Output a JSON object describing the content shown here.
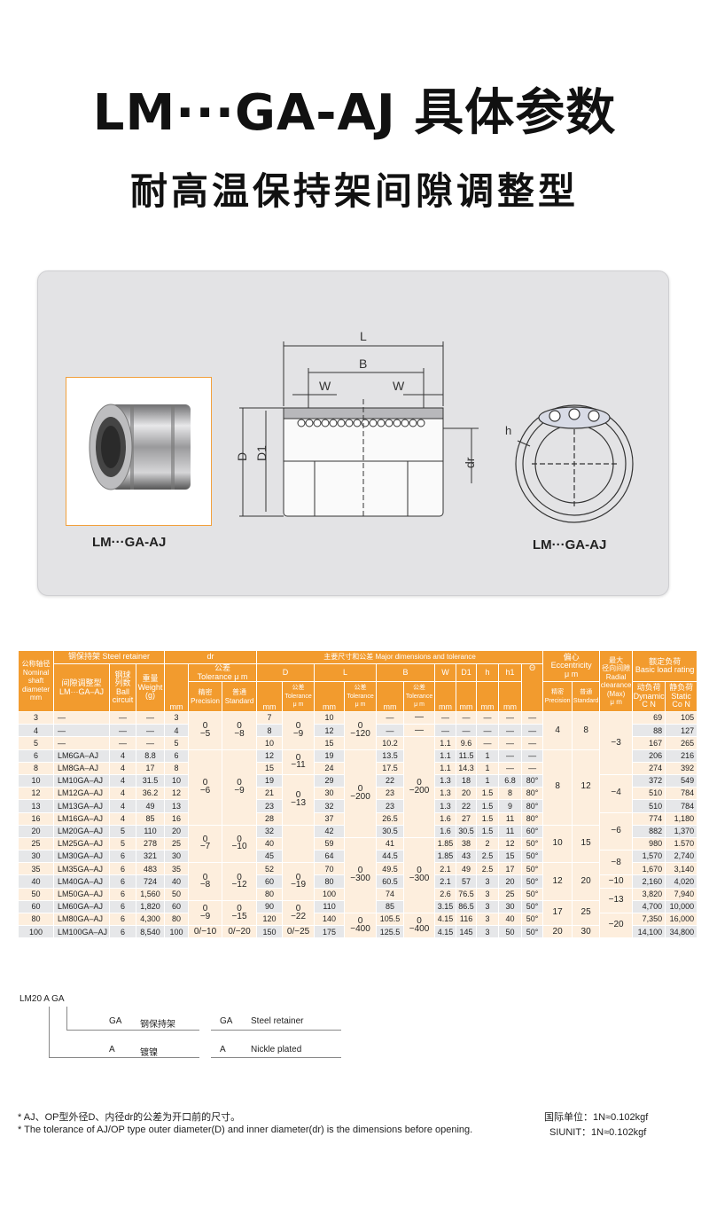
{
  "title": "LM···GA-AJ 具体参数",
  "subtitle": "耐高温保持架间隙调整型",
  "figure": {
    "photo_label": "LM···GA-AJ",
    "drawing_label": "LM···GA-AJ",
    "dims": {
      "L": "L",
      "B": "B",
      "W1": "W",
      "W2": "W",
      "D": "D",
      "D1": "D1",
      "dr": "dr",
      "h": "h"
    }
  },
  "colors": {
    "header": "#f29b2e",
    "row_light": "#fdeedd",
    "row_gray": "#e6e7e9",
    "photo_border": "#f2a03c"
  },
  "table": {
    "header": {
      "nominal": "公称轴径\nNominal\nshaft\ndiameter\nmm",
      "retainer": "钢保持架  Steel retainer",
      "dr": "dr",
      "major": "主要尺寸和公差  Major dimensions and tolerance",
      "eccentricity": "偏心\nEccentricity\nμ m",
      "radial": "最大\n径向间隙\nRadial\nclearance\n(Max)\nμ m",
      "load": "额定负荷\nBasic load rating",
      "model": "间隙调整型\nLM···GA–AJ",
      "ball": "钢球\n列数\nBall\ncircuit",
      "weight": "重量\nWeight\n(g)",
      "mm": "mm",
      "tolerance": "公差\nTolerance μ m",
      "tol_small": "公差\nTolerance\nμ m",
      "D": "D",
      "L": "L",
      "B": "B",
      "W": "W",
      "D1": "D1",
      "h": "h",
      "h1": "h1",
      "theta": "Θ",
      "precision": "精密\nPrecision",
      "standard": "普通\nStandard",
      "dynamic": "动负荷\nDynamic\nC N",
      "static": "静负荷\nStatic\nCo N"
    },
    "rows": [
      {
        "nominal": "3",
        "model": "—",
        "ball": "—",
        "weight": "—",
        "dr": "3",
        "D": "7",
        "L": "10",
        "B": "—",
        "W": "—",
        "D1": "—",
        "h": "—",
        "h1": "—",
        "theta": "—",
        "dyn": "69",
        "sta": "105"
      },
      {
        "nominal": "4",
        "model": "—",
        "ball": "—",
        "weight": "—",
        "dr": "4",
        "D": "8",
        "L": "12",
        "B": "—",
        "W": "—",
        "D1": "—",
        "h": "—",
        "h1": "—",
        "theta": "—",
        "dyn": "88",
        "sta": "127"
      },
      {
        "nominal": "5",
        "model": "—",
        "ball": "—",
        "weight": "—",
        "dr": "5",
        "D": "10",
        "L": "15",
        "B": "10.2",
        "W": "1.1",
        "D1": "9.6",
        "h": "—",
        "h1": "—",
        "theta": "—",
        "dyn": "167",
        "sta": "265"
      },
      {
        "nominal": "6",
        "model": "LM6GA–AJ",
        "ball": "4",
        "weight": "8.8",
        "dr": "6",
        "D": "12",
        "L": "19",
        "B": "13.5",
        "W": "1.1",
        "D1": "11.5",
        "h": "1",
        "h1": "—",
        "theta": "—",
        "dyn": "206",
        "sta": "216"
      },
      {
        "nominal": "8",
        "model": "LM8GA–AJ",
        "ball": "4",
        "weight": "17",
        "dr": "8",
        "D": "15",
        "L": "24",
        "B": "17.5",
        "W": "1.1",
        "D1": "14.3",
        "h": "1",
        "h1": "—",
        "theta": "—",
        "dyn": "274",
        "sta": "392"
      },
      {
        "nominal": "10",
        "model": "LM10GA–AJ",
        "ball": "4",
        "weight": "31.5",
        "dr": "10",
        "D": "19",
        "L": "29",
        "B": "22",
        "W": "1.3",
        "D1": "18",
        "h": "1",
        "h1": "6.8",
        "theta": "80°",
        "dyn": "372",
        "sta": "549"
      },
      {
        "nominal": "12",
        "model": "LM12GA–AJ",
        "ball": "4",
        "weight": "36.2",
        "dr": "12",
        "D": "21",
        "L": "30",
        "B": "23",
        "W": "1.3",
        "D1": "20",
        "h": "1.5",
        "h1": "8",
        "theta": "80°",
        "dyn": "510",
        "sta": "784"
      },
      {
        "nominal": "13",
        "model": "LM13GA–AJ",
        "ball": "4",
        "weight": "49",
        "dr": "13",
        "D": "23",
        "L": "32",
        "B": "23",
        "W": "1.3",
        "D1": "22",
        "h": "1.5",
        "h1": "9",
        "theta": "80°",
        "dyn": "510",
        "sta": "784"
      },
      {
        "nominal": "16",
        "model": "LM16GA–AJ",
        "ball": "4",
        "weight": "85",
        "dr": "16",
        "D": "28",
        "L": "37",
        "B": "26.5",
        "W": "1.6",
        "D1": "27",
        "h": "1.5",
        "h1": "11",
        "theta": "80°",
        "dyn": "774",
        "sta": "1,180"
      },
      {
        "nominal": "20",
        "model": "LM20GA–AJ",
        "ball": "5",
        "weight": "110",
        "dr": "20",
        "D": "32",
        "L": "42",
        "B": "30.5",
        "W": "1.6",
        "D1": "30.5",
        "h": "1.5",
        "h1": "11",
        "theta": "60°",
        "dyn": "882",
        "sta": "1,370"
      },
      {
        "nominal": "25",
        "model": "LM25GA–AJ",
        "ball": "5",
        "weight": "278",
        "dr": "25",
        "D": "40",
        "L": "59",
        "B": "41",
        "W": "1.85",
        "D1": "38",
        "h": "2",
        "h1": "12",
        "theta": "50°",
        "dyn": "980",
        "sta": "1.570"
      },
      {
        "nominal": "30",
        "model": "LM30GA–AJ",
        "ball": "6",
        "weight": "321",
        "dr": "30",
        "D": "45",
        "L": "64",
        "B": "44.5",
        "W": "1.85",
        "D1": "43",
        "h": "2.5",
        "h1": "15",
        "theta": "50°",
        "dyn": "1,570",
        "sta": "2,740"
      },
      {
        "nominal": "35",
        "model": "LM35GA–AJ",
        "ball": "6",
        "weight": "483",
        "dr": "35",
        "D": "52",
        "L": "70",
        "B": "49.5",
        "W": "2.1",
        "D1": "49",
        "h": "2.5",
        "h1": "17",
        "theta": "50°",
        "dyn": "1,670",
        "sta": "3,140"
      },
      {
        "nominal": "40",
        "model": "LM40GA–AJ",
        "ball": "6",
        "weight": "724",
        "dr": "40",
        "D": "60",
        "L": "80",
        "B": "60.5",
        "W": "2.1",
        "D1": "57",
        "h": "3",
        "h1": "20",
        "theta": "50°",
        "dyn": "2,160",
        "sta": "4,020"
      },
      {
        "nominal": "50",
        "model": "LM50GA–AJ",
        "ball": "6",
        "weight": "1,560",
        "dr": "50",
        "D": "80",
        "L": "100",
        "B": "74",
        "W": "2.6",
        "D1": "76.5",
        "h": "3",
        "h1": "25",
        "theta": "50°",
        "dyn": "3,820",
        "sta": "7,940"
      },
      {
        "nominal": "60",
        "model": "LM60GA–AJ",
        "ball": "6",
        "weight": "1,820",
        "dr": "60",
        "D": "90",
        "L": "110",
        "B": "85",
        "W": "3.15",
        "D1": "86.5",
        "h": "3",
        "h1": "30",
        "theta": "50°",
        "dyn": "4,700",
        "sta": "10,000"
      },
      {
        "nominal": "80",
        "model": "LM80GA–AJ",
        "ball": "6",
        "weight": "4,300",
        "dr": "80",
        "D": "120",
        "L": "140",
        "B": "105.5",
        "W": "4.15",
        "D1": "116",
        "h": "3",
        "h1": "40",
        "theta": "50°",
        "dyn": "7,350",
        "sta": "16,000"
      },
      {
        "nominal": "100",
        "model": "LM100GA–AJ",
        "ball": "6",
        "weight": "8,540",
        "dr": "100",
        "D": "150",
        "L": "175",
        "B": "125.5",
        "W": "4.15",
        "D1": "145",
        "h": "3",
        "h1": "50",
        "theta": "50°",
        "dyn": "14,100",
        "sta": "34,800"
      }
    ],
    "merged": {
      "dr_prec": [
        [
          3,
          "0\n−5"
        ],
        [
          6,
          "0\n−6"
        ],
        [
          3,
          "0\n−7"
        ],
        [
          3,
          "0\n−8"
        ],
        [
          2,
          "0\n−9"
        ],
        [
          1,
          "0/−10"
        ]
      ],
      "dr_std": [
        [
          3,
          "0\n−8"
        ],
        [
          6,
          "0\n−9"
        ],
        [
          3,
          "0\n−10"
        ],
        [
          3,
          "0\n−12"
        ],
        [
          2,
          "0\n−15"
        ],
        [
          1,
          "0/−20"
        ]
      ],
      "D_tol": [
        [
          3,
          "0\n−9"
        ],
        [
          2,
          "0\n−11"
        ],
        [
          4,
          "0\n−13"
        ],
        [
          3,
          ""
        ],
        [
          3,
          "0\n−19"
        ],
        [
          2,
          "0\n−22"
        ],
        [
          1,
          "0/−25"
        ]
      ],
      "L_tol": [
        [
          3,
          "0\n−120"
        ],
        [
          7,
          "0\n−200"
        ],
        [
          6,
          "0\n−300"
        ],
        [
          2,
          "0\n−400"
        ]
      ],
      "B_tol": [
        [
          1,
          "—"
        ],
        [
          1,
          "—"
        ],
        [
          8,
          "0\n−200"
        ],
        [
          6,
          "0\n−300"
        ],
        [
          2,
          "0\n−400"
        ]
      ],
      "ecc_prec": [
        [
          3,
          "4"
        ],
        [
          6,
          "8"
        ],
        [
          3,
          "10"
        ],
        [
          3,
          "12"
        ],
        [
          2,
          "17"
        ],
        [
          1,
          "20"
        ]
      ],
      "ecc_std": [
        [
          3,
          "8"
        ],
        [
          6,
          "12"
        ],
        [
          3,
          "15"
        ],
        [
          3,
          "20"
        ],
        [
          2,
          "25"
        ],
        [
          1,
          "30"
        ]
      ],
      "radial": [
        [
          5,
          "−3"
        ],
        [
          3,
          "−4"
        ],
        [
          3,
          "−6"
        ],
        [
          2,
          "−8"
        ],
        [
          1,
          "−10"
        ],
        [
          2,
          "−13"
        ],
        [
          2,
          "−20"
        ]
      ]
    }
  },
  "code": {
    "example": "LM20 A GA",
    "items": [
      {
        "code": "GA",
        "cn": "钢保持架",
        "code_en": "GA",
        "en": "Steel retainer"
      },
      {
        "code": "A",
        "cn": "镀镍",
        "code_en": "A",
        "en": "Nickle plated"
      }
    ]
  },
  "notes": {
    "cn": "* AJ、OP型外径D、内径dr的公差为开口前的尺寸。",
    "en": "* The tolerance of AJ/OP type outer diameter(D) and inner diameter(dr) is the dimensions before opening.",
    "unit_cn": "国际单位：1N≈0.102kgf",
    "unit_en": "SIUNIT：1N≈0.102kgf"
  }
}
